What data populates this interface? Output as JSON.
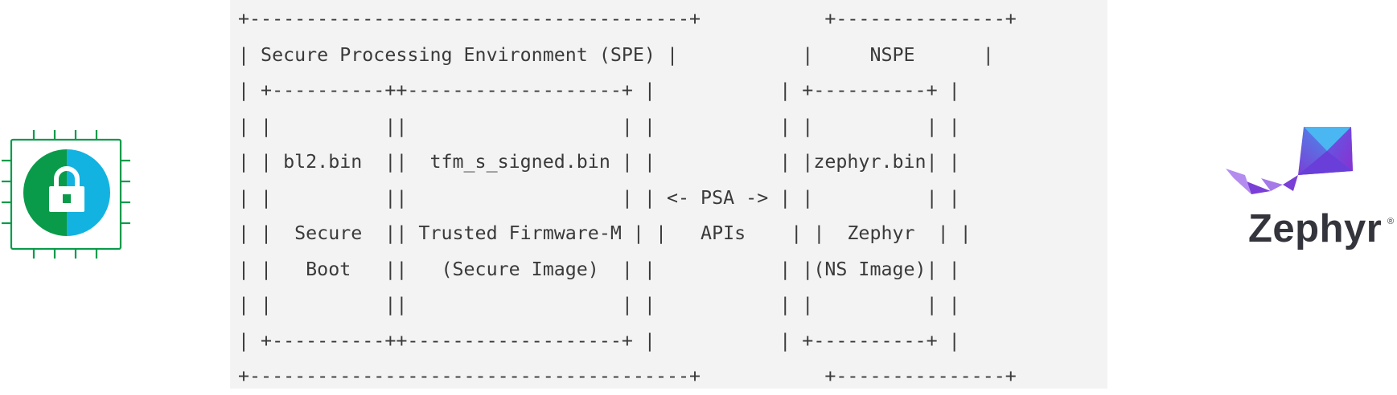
{
  "diagram": {
    "lines": [
      "+---------------------------------------+           +---------------+",
      "| Secure Processing Environment (SPE) |           |     NSPE      |",
      "| +----------++-------------------+ |           | +----------+ |",
      "| |          ||                   | |           | |          | |",
      "| | bl2.bin  ||  tfm_s_signed.bin | |           | |zephyr.bin| |",
      "| |          ||                   | | <- PSA -> | |          | |",
      "| |  Secure  || Trusted Firmware-M | |   APIs    | |  Zephyr  | |",
      "| |   Boot   ||   (Secure Image)  | |           | |(NS Image)| |",
      "| |          ||                   | |           | |          | |",
      "| +----------++-------------------+ |           | +----------+ |",
      "+---------------------------------------+           +---------------+"
    ]
  },
  "logos": {
    "chip_icon": "chip-lock-icon",
    "zephyr_wordmark": "Zephyr",
    "zephyr_reg": "®"
  },
  "colors": {
    "chip_green": "#0a9b4a",
    "chip_blue": "#12b3e0",
    "zephyr_purple": "#7b3fd6",
    "zephyr_text": "#34343c",
    "panel_bg": "#f3f3f3"
  }
}
